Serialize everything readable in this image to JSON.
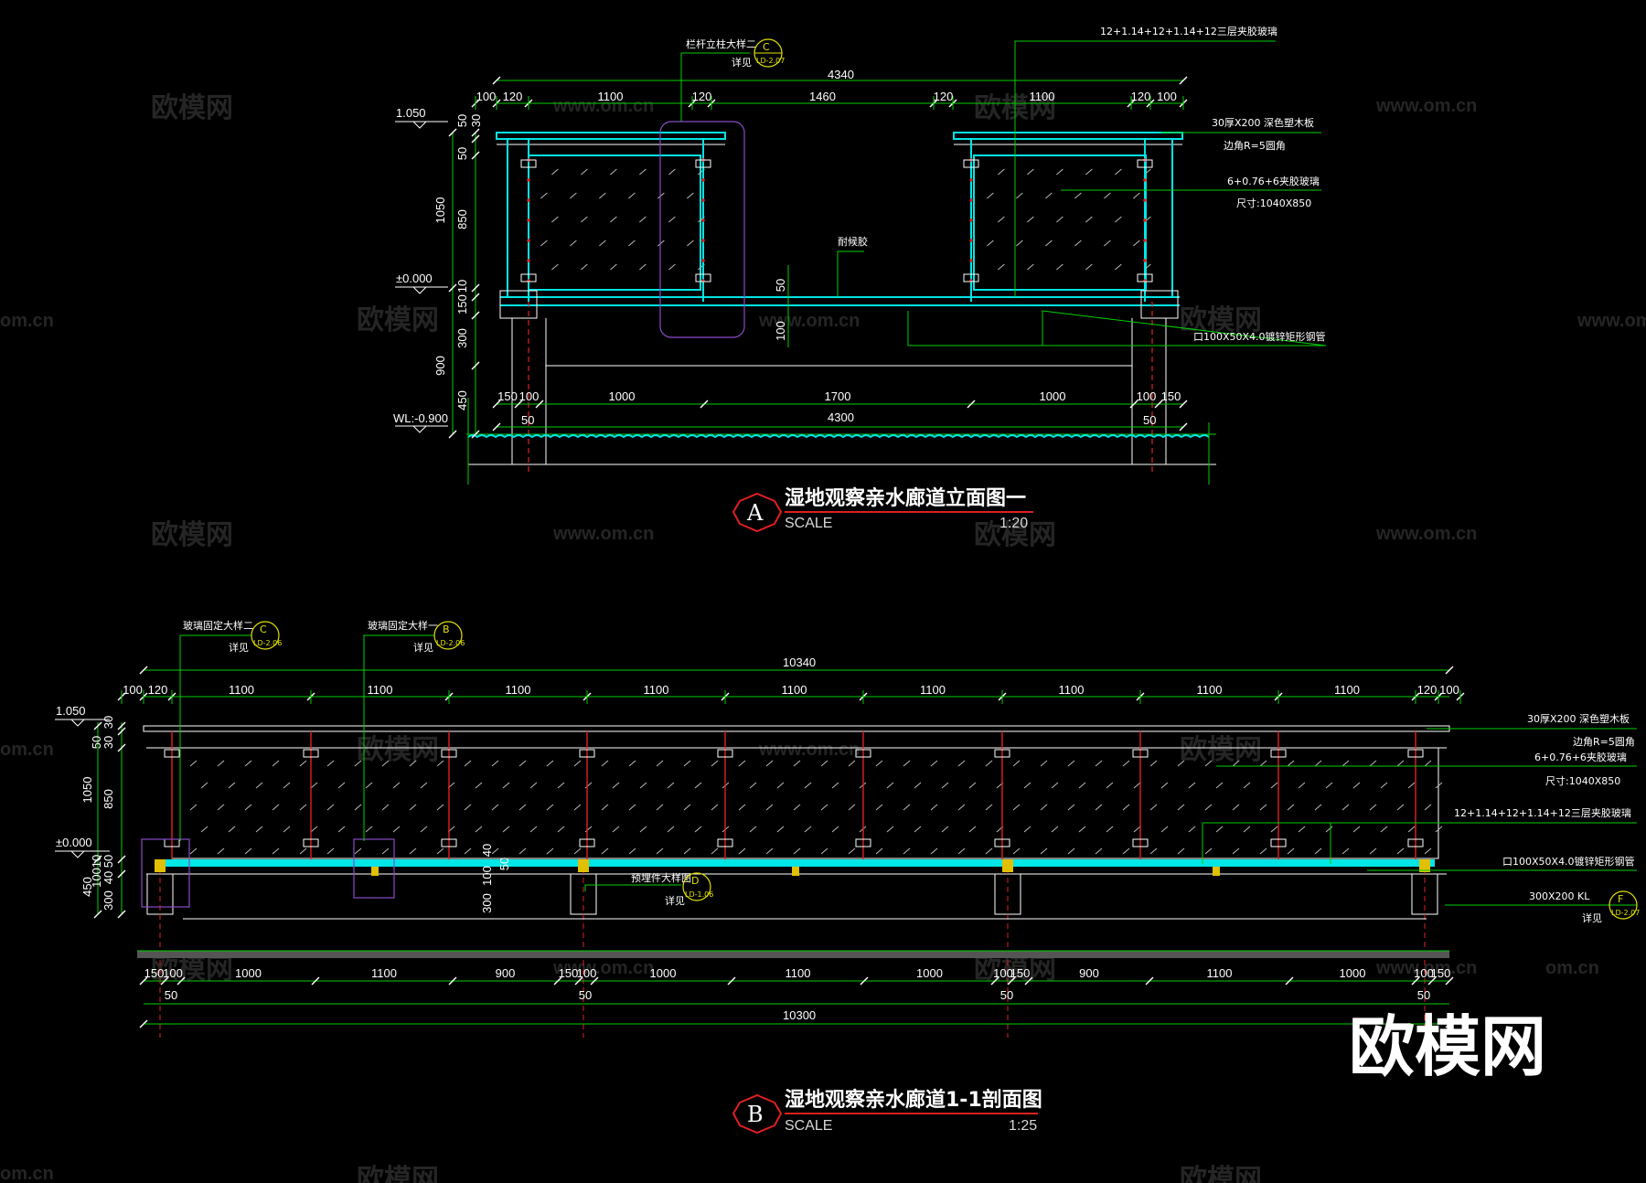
{
  "drawing_a": {
    "title": "湿地观察亲水廊道立面图一",
    "marker": "A",
    "scale_label": "SCALE",
    "scale_value": "1:20",
    "top_dims": [
      "100",
      "120",
      "1100",
      "120",
      "1460",
      "120",
      "1100",
      "120",
      "100"
    ],
    "overall_top": "4340",
    "bottom_dims": [
      "150",
      "100",
      "1000",
      "1700",
      "1000",
      "100",
      "150"
    ],
    "overall_bottom": "4300",
    "bottom_small": [
      "50",
      "50"
    ],
    "left_dims": [
      "50",
      "30",
      "50",
      "1050",
      "850",
      "10",
      "150",
      "300",
      "900",
      "450"
    ],
    "mid_dims": [
      "50",
      "100"
    ],
    "levels": [
      "1.050",
      "±0.000",
      "WL:-0.900"
    ],
    "notes": {
      "glass3": "12+1.14+12+1.14+12三层夹胶玻璃",
      "wood": "30厚X200  深色塑木板",
      "edge": "边角R=5圆角",
      "glass2": "6+0.76+6夹胶玻璃",
      "size": "尺寸:1040X850",
      "tube": "口100X50X4.0镀锌矩形钢管",
      "joint": "耐候胶",
      "detail": "栏杆立柱大样二",
      "see": "详见",
      "ref": "C",
      "refsub": "LD-2.07"
    }
  },
  "drawing_b": {
    "title": "湿地观察亲水廊道1-1剖面图",
    "marker": "B",
    "scale_label": "SCALE",
    "scale_value": "1:25",
    "top_dims": [
      "100",
      "120",
      "1100",
      "1100",
      "1100",
      "1100",
      "1100",
      "1100",
      "1100",
      "1100",
      "1100",
      "120",
      "100"
    ],
    "overall_top": "10340",
    "bottom_dims": [
      "150",
      "100",
      "1000",
      "1100",
      "900",
      "150",
      "100",
      "1000",
      "1100",
      "1000",
      "100",
      "150",
      "900",
      "1100",
      "1000",
      "100",
      "150"
    ],
    "bottom_small": [
      "50",
      "50",
      "50",
      "50"
    ],
    "overall_bottom": "10300",
    "left_dims": [
      "30",
      "50",
      "30",
      "1050",
      "850",
      "50",
      "10",
      "40",
      "100",
      "450",
      "300"
    ],
    "mid_dims": [
      "40",
      "100",
      "50",
      "300"
    ],
    "levels": [
      "1.050",
      "±0.000"
    ],
    "notes": {
      "wood": "30厚X200  深色塑木板",
      "edge": "边角R=5圆角",
      "glass2": "6+0.76+6夹胶玻璃",
      "size": "尺寸:1040X850",
      "glass3": "12+1.14+12+1.14+12三层夹胶玻璃",
      "tube": "口100X50X4.0镀锌矩形钢管",
      "beam": "300X200  KL",
      "see": "详见",
      "ref1": "玻璃固定大样二",
      "ref1_code": "C",
      "ref1_sub": "LD-2.06",
      "ref2": "玻璃固定大样一",
      "ref2_code": "B",
      "ref2_sub": "LD-2.06",
      "ref3": "预埋件大样图",
      "ref3_code": "D",
      "ref3_sub": "LD-1.06",
      "ref4_code": "F",
      "ref4_sub": "LD-2.07"
    }
  },
  "watermark": {
    "cn": "欧模网",
    "url": "www.om.cn",
    "partial_url": "om.cn"
  },
  "brand_logo": "欧模网"
}
